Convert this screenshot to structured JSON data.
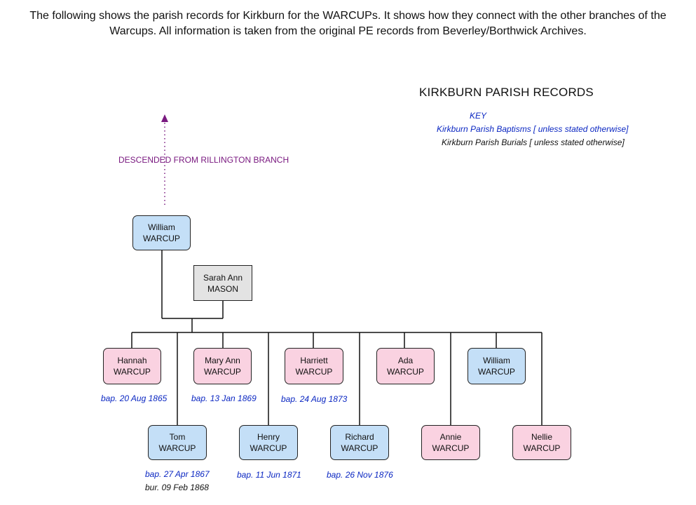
{
  "intro": "The following shows the parish records for Kirkburn for the WARCUPs. It shows how they connect with the other branches of the Warcups. All information is taken from the original PE records from Beverley/Borthwick Archives.",
  "title": "KIRKBURN PARISH RECORDS",
  "key": {
    "heading": "KEY",
    "baptisms": "Kirkburn Parish Baptisms [ unless stated otherwise]",
    "burials": "Kirkburn Parish Burials [ unless stated otherwise]"
  },
  "branch_label": "DESCENDED FROM RILLINGTON  BRANCH",
  "colors": {
    "male": "#c4dff7",
    "female": "#fad2e1",
    "spouse": "#e3e3e3",
    "baptism_text": "#0b27c2",
    "branch_arrow": "#7a1a80"
  },
  "father": {
    "first": "William",
    "last": "WARCUP"
  },
  "mother": {
    "first": "Sarah Ann",
    "last": "MASON"
  },
  "children": [
    {
      "first": "Hannah",
      "last": "WARCUP",
      "sex": "female",
      "bap": "bap. 20 Aug 1865",
      "bur": ""
    },
    {
      "first": "Tom",
      "last": "WARCUP",
      "sex": "male",
      "bap": "bap. 27 Apr 1867",
      "bur": "bur. 09 Feb 1868"
    },
    {
      "first": "Mary Ann",
      "last": "WARCUP",
      "sex": "female",
      "bap": "bap. 13 Jan 1869",
      "bur": ""
    },
    {
      "first": "Henry",
      "last": "WARCUP",
      "sex": "male",
      "bap": "bap. 11 Jun 1871",
      "bur": ""
    },
    {
      "first": "Harriett",
      "last": "WARCUP",
      "sex": "female",
      "bap": "bap. 24 Aug 1873",
      "bur": ""
    },
    {
      "first": "Richard",
      "last": "WARCUP",
      "sex": "male",
      "bap": "bap. 26 Nov 1876",
      "bur": ""
    },
    {
      "first": "Ada",
      "last": "WARCUP",
      "sex": "female",
      "bap": "",
      "bur": ""
    },
    {
      "first": "Annie",
      "last": "WARCUP",
      "sex": "female",
      "bap": "",
      "bur": ""
    },
    {
      "first": "William",
      "last": "WARCUP",
      "sex": "male",
      "bap": "",
      "bur": ""
    },
    {
      "first": "Nellie",
      "last": "WARCUP",
      "sex": "female",
      "bap": "",
      "bur": ""
    }
  ]
}
